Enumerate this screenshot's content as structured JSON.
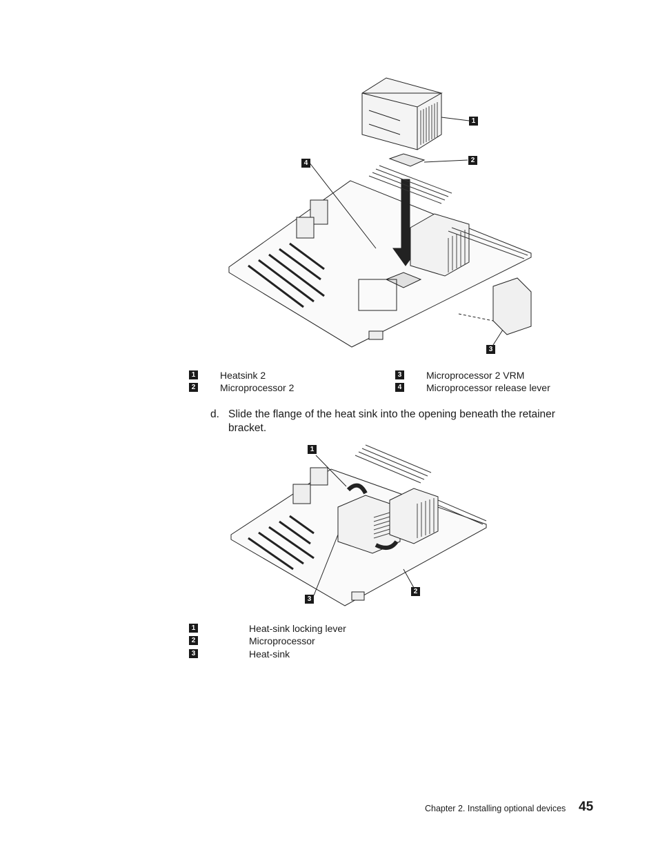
{
  "figure1": {
    "callouts": [
      "1",
      "2",
      "3",
      "4"
    ]
  },
  "legend1": [
    {
      "num": "1",
      "text": "Heatsink 2"
    },
    {
      "num": "2",
      "text": "Microprocessor 2"
    },
    {
      "num": "3",
      "text": "Microprocessor 2 VRM"
    },
    {
      "num": "4",
      "text": "Microprocessor release lever"
    }
  ],
  "step": {
    "marker": "d.",
    "text": "Slide the flange of the heat sink into the opening beneath the retainer bracket."
  },
  "figure2": {
    "callouts": [
      "1",
      "2",
      "3"
    ]
  },
  "legend2": [
    {
      "num": "1",
      "text": "Heat-sink locking lever"
    },
    {
      "num": "2",
      "text": "Microprocessor"
    },
    {
      "num": "3",
      "text": "Heat-sink"
    }
  ],
  "footer": {
    "chapter": "Chapter 2. Installing optional devices",
    "page": "45"
  }
}
